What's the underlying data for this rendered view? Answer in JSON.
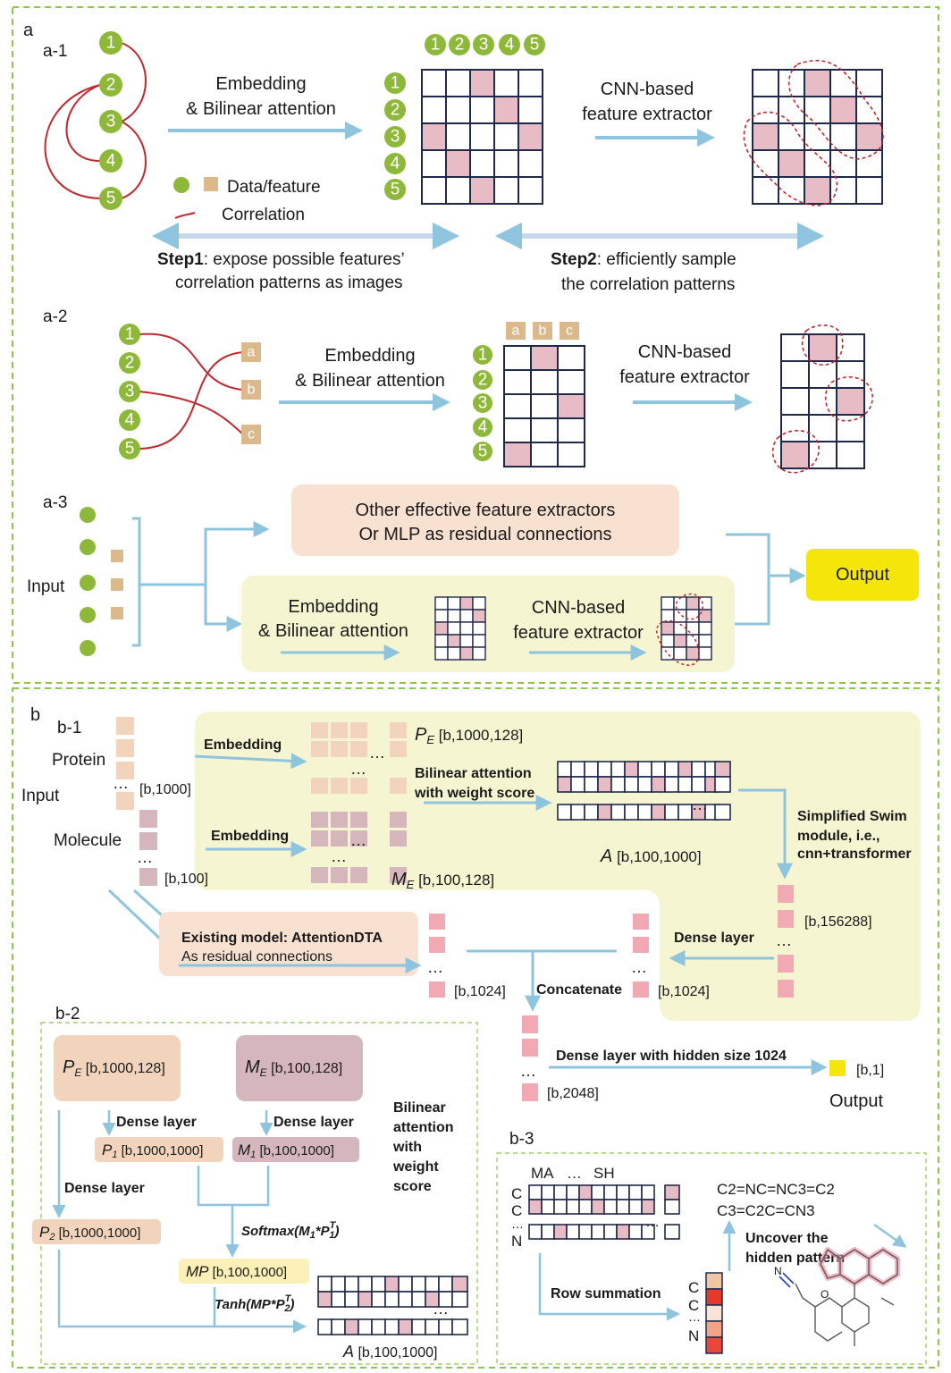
{
  "colors": {
    "green_node": "#8eb83a",
    "tan_square": "#dcb98a",
    "pink_cell": "#e8bcc4",
    "grid_line": "#1f2a4a",
    "arrow": "#8ec4de",
    "correlation": "#c0282e",
    "dashed_border": "#8dc84a",
    "yellow_panel": "#f6f5d2",
    "peach_panel": "#f9e1d2",
    "output": "#f5e60a",
    "pe_box": "#f1d4bb",
    "me_box": "#d6b6bd"
  },
  "a": {
    "label": "a",
    "a1": {
      "label": "a-1",
      "nodes": [
        "1",
        "2",
        "3",
        "4",
        "5"
      ],
      "step_label": "Embedding",
      "step_label2": "& Bilinear attention",
      "legend_data": "Data/feature",
      "legend_corr": "Correlation",
      "cnn1": "CNN-based",
      "cnn2": "feature extractor",
      "step1_bold": "Step1",
      "step1_a": ":  expose possible features’",
      "step1_b": "correlation patterns as images",
      "step2_bold": "Step2",
      "step2_a": ":  efficiently sample",
      "step2_b": "the correlation patterns"
    },
    "a2": {
      "label": "a-2",
      "letters": [
        "a",
        "b",
        "c"
      ],
      "step_label": "Embedding",
      "step_label2": "& Bilinear attention",
      "cnn1": "CNN-based",
      "cnn2": "feature extractor"
    },
    "a3": {
      "label": "a-3",
      "input": "Input",
      "other1": "Other effective feature extractors",
      "other2": "Or MLP as residual connections",
      "emb1": "Embedding",
      "emb2": "& Bilinear attention",
      "cnn1": "CNN-based",
      "cnn2": "feature extractor",
      "output": "Output"
    }
  },
  "b": {
    "label": "b",
    "b1": {
      "label": "b-1",
      "protein": "Protein",
      "input": "Input",
      "molecule": "Molecule",
      "p_shape": "[b,1000]",
      "m_shape": "[b,100]",
      "embedding_p": "Embedding",
      "embedding_m": "Embedding",
      "pe_sym": "P",
      "pe_sub": "E",
      "pe_shape": " [b,1000,128]",
      "me_sym": "M",
      "me_sub": "E",
      "me_shape": " [b,100,128]",
      "bil1": "Bilinear attention",
      "bil2": "with weight score",
      "a_sym": "A",
      "a_shape": " [b,100,1000]",
      "swim1": "Simplified Swim",
      "swim2": "module, i.e.,",
      "swim3": "cnn+transformer",
      "flat_shape": "[b,156288]",
      "dense": "Dense layer",
      "existing_bold": "Existing model: AttentionDTA",
      "existing_sub": "As residual connections",
      "res_shape": "[b,1024]",
      "concat": "Concatenate",
      "dense_out_shape": "[b,1024]",
      "cat_shape": "[b,2048]",
      "final_dense": "Dense layer with hidden size 1024",
      "out_shape": "[b,1]",
      "output": "Output",
      "dots": "…"
    },
    "b2": {
      "label": "b-2",
      "pe_sym": "P",
      "pe_sub": "E",
      "pe_shape": " [b,1000,128]",
      "me_sym": "M",
      "me_sub": "E",
      "me_shape": " [b,100,128]",
      "dense1": "Dense layer",
      "dense2": "Dense layer",
      "dense3": "Dense layer",
      "p1_sym": "P",
      "p1_sub": "1",
      "p1_shape": " [b,1000,1000]",
      "m1_sym": "M",
      "m1_sub": "1",
      "m1_shape": " [b,100,1000]",
      "p2_sym": "P",
      "p2_sub": "2",
      "p2_shape": " [b,1000,1000]",
      "softmax": "Softmax(M",
      "softmax_mid": "*P",
      "softmax_end": ")",
      "mp_sym": "MP",
      "mp_shape": " [b,100,1000]",
      "tanh": "Tanh(MP*P",
      "tanh_end": ")",
      "a_sym": "A",
      "a_shape": " [b,100,1000]",
      "bil1": "Bilinear",
      "bil2": "attention",
      "bil3": "with",
      "bil4": "weight",
      "bil5": "score",
      "sup_t": "T",
      "sub_1": "1",
      "sub_2": "2"
    },
    "b3": {
      "label": "b-3",
      "ma": "MA",
      "dots": "…",
      "sh": "SH",
      "c1": "C",
      "c2": "C",
      "n": "N",
      "smiles1": "C2=NC=NC3=C2",
      "smiles2": "C3=C2C=CN3",
      "uncover1": "Uncover the",
      "uncover2": "hidden pattern",
      "row_sum": "Row summation",
      "rs_c1": "C",
      "rs_c2": "C",
      "rs_n": "N",
      "atom_n": "N",
      "atom_o": "O"
    }
  }
}
